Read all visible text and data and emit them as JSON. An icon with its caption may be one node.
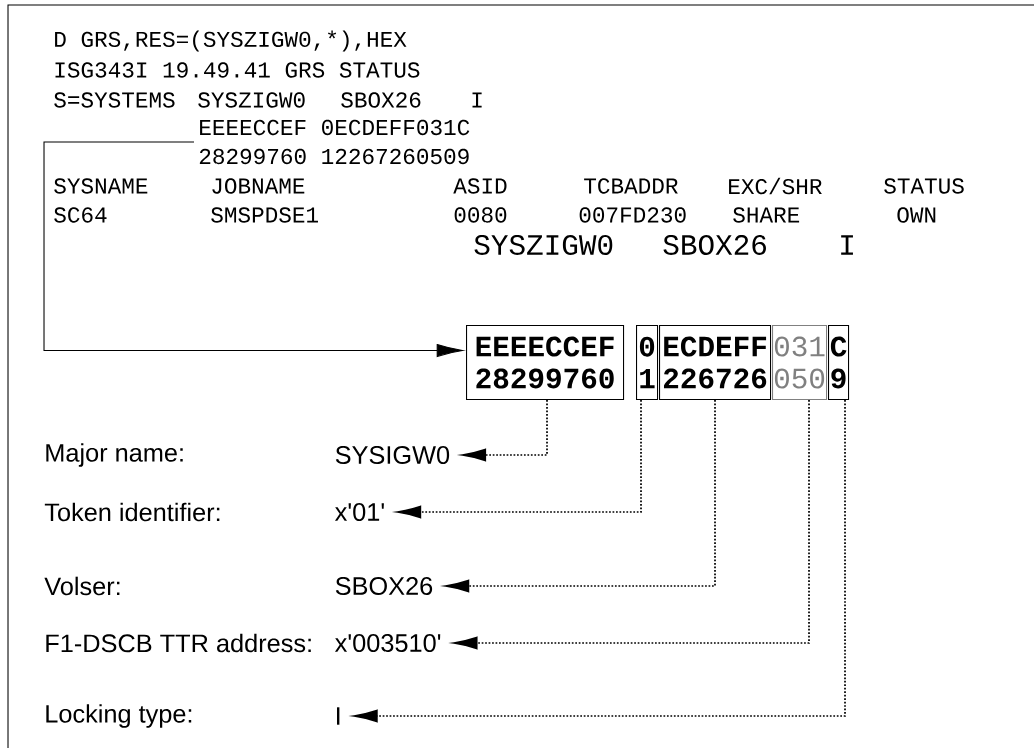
{
  "diagram": {
    "nodes": [
      {
        "text": [
          "EEEECCEF 0ECDEFF031C",
          "28299760 12267260509"
        ]
      },
      {
        "text": [
          "EEEECCEF",
          "28299760"
        ]
      },
      {
        "text": [
          "0",
          "1"
        ]
      },
      {
        "text": [
          "ECDEFF",
          "226726"
        ]
      },
      {
        "text": [
          "031",
          "050"
        ]
      },
      {
        "text": [
          "C",
          "9"
        ]
      },
      {
        "text": [
          "SYSIGW0"
        ]
      },
      {
        "text": [
          "x'01'"
        ]
      },
      {
        "text": [
          "SBOX26"
        ]
      },
      {
        "text": [
          "x'003510'"
        ]
      },
      {
        "text": [
          "I"
        ]
      }
    ],
    "edges": [
      {
        "from": 0,
        "to": 1,
        "arrow": "to"
      },
      {
        "from": 1,
        "to": 6,
        "arrow": "to",
        "style": "dashed"
      },
      {
        "from": 2,
        "to": 7,
        "arrow": "to",
        "style": "dashed"
      },
      {
        "from": 3,
        "to": 8,
        "arrow": "to",
        "style": "dashed"
      },
      {
        "from": 4,
        "to": 9,
        "arrow": "to",
        "style": "dashed"
      },
      {
        "from": 5,
        "to": 10,
        "arrow": "to",
        "style": "dashed"
      }
    ],
    "labels": [
      "D GRS,RES=(SYSZIGW0,*),HEX",
      "ISG343I 19.49.41 GRS STATUS",
      "S=SYSTEMS",
      "SYSZIGW0",
      "SBOX26",
      "I",
      "SYSNAME",
      "JOBNAME",
      "ASID",
      "TCBADDR",
      "EXC/SHR",
      "STATUS",
      "SC64",
      "SMSPDSE1",
      "0080",
      "007FD230",
      "SHARE",
      "OWN",
      "SYSZIGW0",
      "SBOX26",
      "I",
      "Major name:",
      "Token identifier:",
      "Volser:",
      "F1-DSCB TTR address:",
      "Locking type:"
    ]
  }
}
